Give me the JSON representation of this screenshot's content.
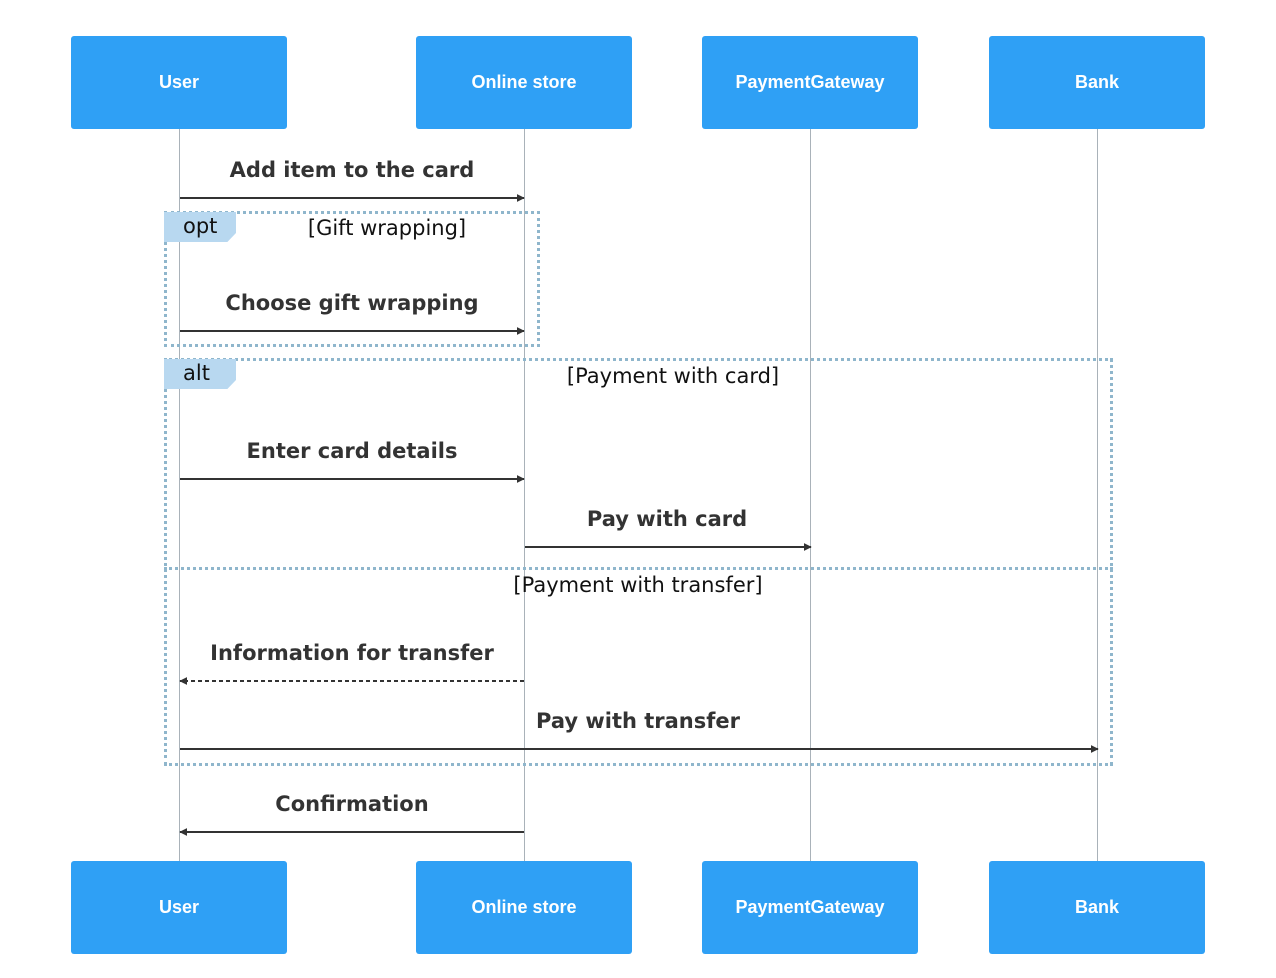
{
  "participants": [
    "User",
    "Online store",
    "PaymentGateway",
    "Bank"
  ],
  "messages": [
    {
      "label": "Add item to the card",
      "from": "User",
      "to": "Online store",
      "style": "solid"
    },
    {
      "label": "Choose gift wrapping",
      "from": "User",
      "to": "Online store",
      "style": "solid"
    },
    {
      "label": "Enter card details",
      "from": "User",
      "to": "Online store",
      "style": "solid"
    },
    {
      "label": "Pay with card",
      "from": "Online store",
      "to": "PaymentGateway",
      "style": "solid"
    },
    {
      "label": "Information for transfer",
      "from": "Online store",
      "to": "User",
      "style": "dashed"
    },
    {
      "label": "Pay with transfer",
      "from": "User",
      "to": "Bank",
      "style": "solid"
    },
    {
      "label": "Confirmation",
      "from": "Online store",
      "to": "User",
      "style": "solid"
    }
  ],
  "fragments": {
    "opt": {
      "keyword": "opt",
      "condition": "[Gift wrapping]"
    },
    "alt": {
      "keyword": "alt",
      "condition": "[Payment with card]",
      "else_condition": "[Payment with transfer]"
    }
  },
  "colors": {
    "actor_fill": "#2fa0f5",
    "actor_text": "#ffffff",
    "lifeline": "#a9b2b9",
    "frame_border": "#8fb6cc",
    "frame_tag": "#b8d8f0",
    "arrow": "#333333"
  }
}
